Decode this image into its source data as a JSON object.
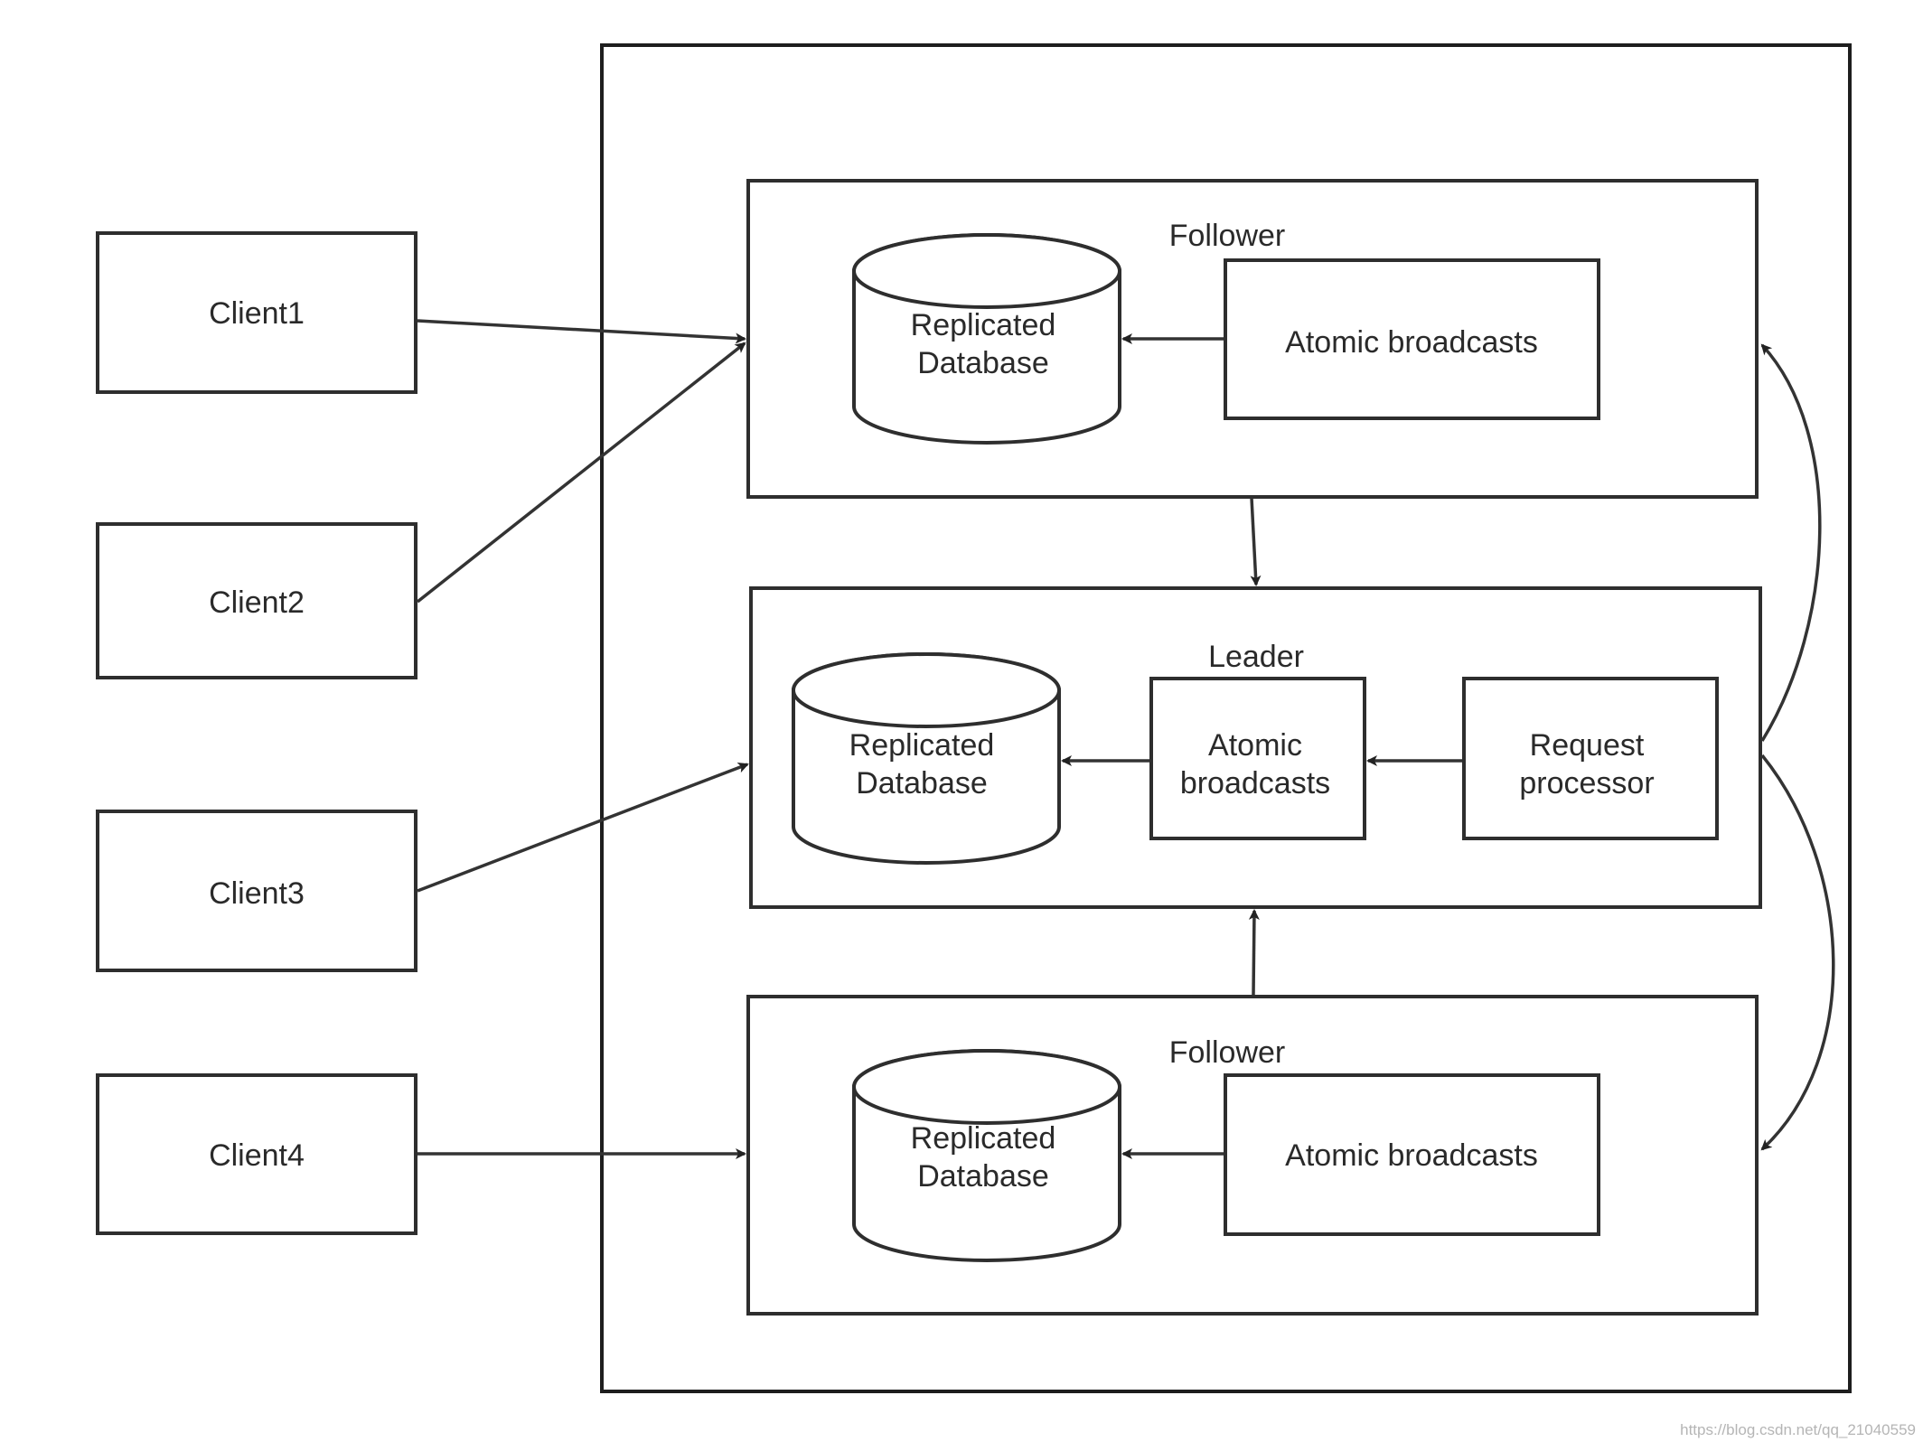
{
  "clients": [
    {
      "label": "Client1"
    },
    {
      "label": "Client2"
    },
    {
      "label": "Client3"
    },
    {
      "label": "Client4"
    }
  ],
  "followers_top": {
    "title": "Follower",
    "database": [
      "Replicated",
      "Database"
    ],
    "broadcast": "Atomic broadcasts"
  },
  "leader": {
    "title": "Leader",
    "database": [
      "Replicated",
      "Database"
    ],
    "broadcast": [
      "Atomic",
      "broadcasts"
    ],
    "processor": [
      "Request",
      "processor"
    ]
  },
  "followers_bottom": {
    "title": "Follower",
    "database": [
      "Replicated",
      "Database"
    ],
    "broadcast": "Atomic broadcasts"
  },
  "watermark": "https://blog.csdn.net/qq_21040559",
  "colors": {
    "stroke": "#2e2e2e",
    "text": "#2a2a2a",
    "watermark": "#b5b5b5"
  }
}
